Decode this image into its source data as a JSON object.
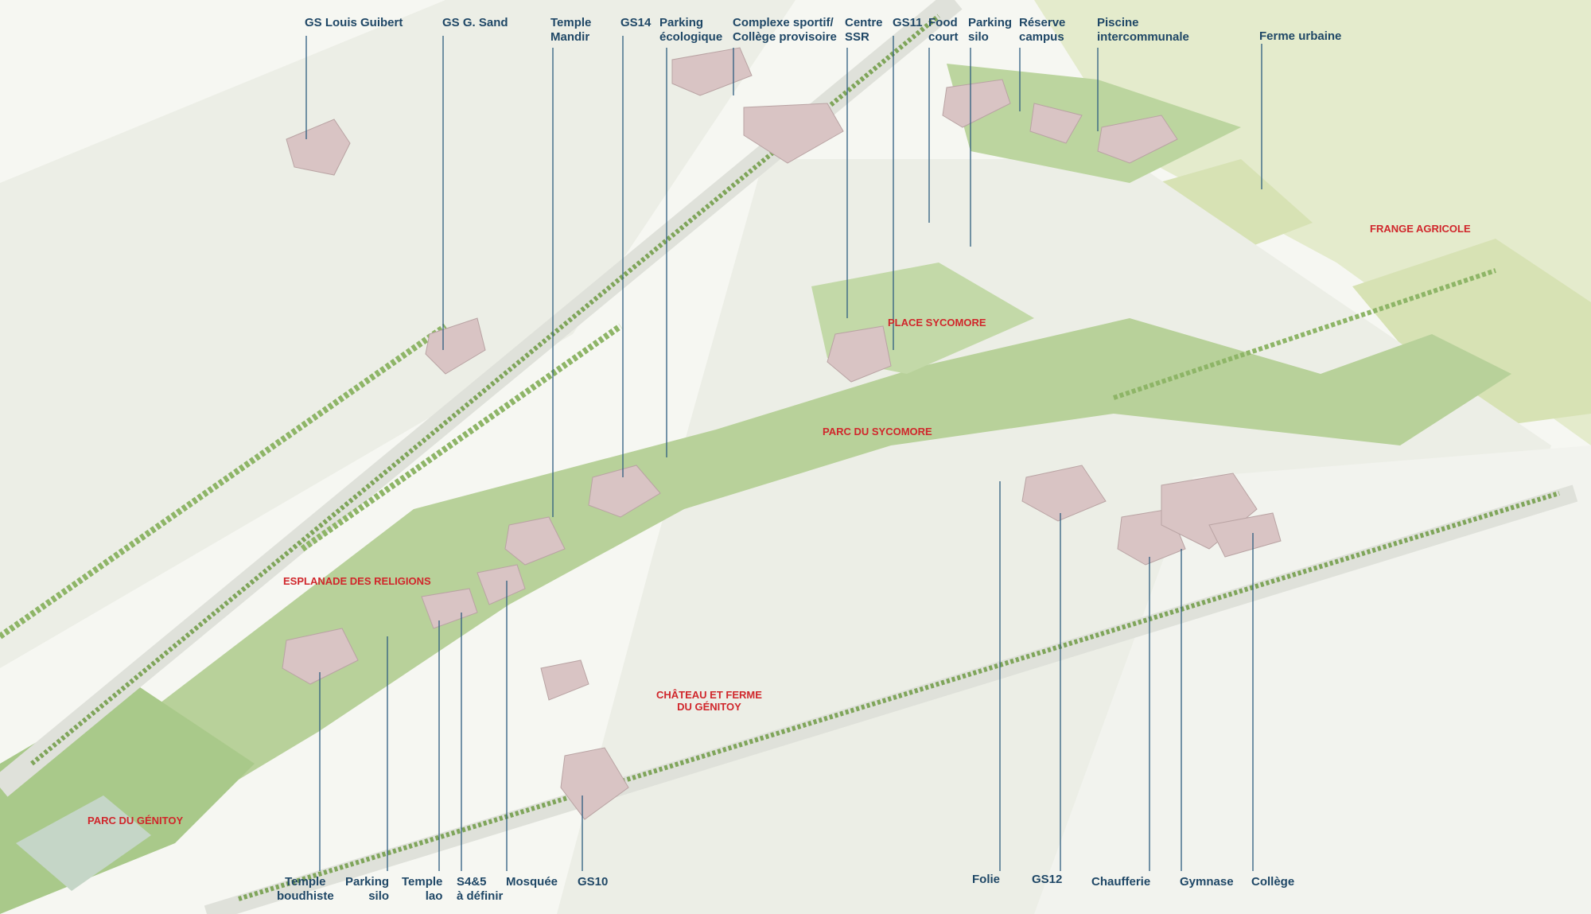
{
  "colors": {
    "background": "#f6f7f2",
    "built_block": "#e3e5dc",
    "park": "#b8d19a",
    "tree": "#7fa55a",
    "agri": "#e4ebcc",
    "facility": "#d9c4c4",
    "leader": "#2d5d7f",
    "label": "#1f4766",
    "area_label": "#d0262b"
  },
  "labels_top": [
    {
      "id": "gs-louis-guibert",
      "line1": "GS Louis Guibert",
      "line2": ""
    },
    {
      "id": "gs-g-sand",
      "line1": "GS G. Sand",
      "line2": ""
    },
    {
      "id": "temple-mandir",
      "line1": "Temple",
      "line2": "Mandir"
    },
    {
      "id": "gs14",
      "line1": "GS14",
      "line2": ""
    },
    {
      "id": "parking-ecologique",
      "line1": "Parking",
      "line2": "écologique"
    },
    {
      "id": "complexe-sportif",
      "line1": "Complexe sportif/",
      "line2": "Collège provisoire"
    },
    {
      "id": "centre-ssr",
      "line1": "Centre",
      "line2": "SSR"
    },
    {
      "id": "gs11",
      "line1": "GS11",
      "line2": ""
    },
    {
      "id": "food-court",
      "line1": "Food",
      "line2": "court"
    },
    {
      "id": "parking-silo-top",
      "line1": "Parking",
      "line2": "silo"
    },
    {
      "id": "reserve-campus",
      "line1": "Réserve",
      "line2": "campus"
    },
    {
      "id": "piscine",
      "line1": "Piscine",
      "line2": "intercommunale"
    },
    {
      "id": "ferme-urbaine",
      "line1": "Ferme urbaine",
      "line2": ""
    }
  ],
  "labels_bottom": [
    {
      "id": "temple-boudhiste",
      "line1": "Temple",
      "line2": "boudhiste"
    },
    {
      "id": "parking-silo-bottom",
      "line1": "Parking",
      "line2": "silo"
    },
    {
      "id": "temple-lao",
      "line1": "Temple",
      "line2": "lao"
    },
    {
      "id": "s4-s5",
      "line1": "S4&5",
      "line2": "à définir"
    },
    {
      "id": "mosquee",
      "line1": "Mosquée",
      "line2": ""
    },
    {
      "id": "gs10",
      "line1": "GS10",
      "line2": ""
    },
    {
      "id": "folie",
      "line1": "Folie",
      "line2": ""
    },
    {
      "id": "gs12",
      "line1": "GS12",
      "line2": ""
    },
    {
      "id": "chaufferie",
      "line1": "Chaufferie",
      "line2": ""
    },
    {
      "id": "gymnase",
      "line1": "Gymnase",
      "line2": ""
    },
    {
      "id": "college",
      "line1": "Collège",
      "line2": ""
    }
  ],
  "area_labels": [
    {
      "id": "frange-agricole",
      "line1": "FRANGE AGRICOLE",
      "line2": ""
    },
    {
      "id": "place-sycomore",
      "line1": "PLACE SYCOMORE",
      "line2": ""
    },
    {
      "id": "parc-du-sycomore",
      "line1": "PARC DU SYCOMORE",
      "line2": ""
    },
    {
      "id": "esplanade",
      "line1": "ESPLANADE DES RELIGIONS",
      "line2": ""
    },
    {
      "id": "chateau",
      "line1": "CHÂTEAU ET FERME",
      "line2": "DU GÉNITOY"
    },
    {
      "id": "parc-du-genitoy",
      "line1": "PARC DU GÉNITOY",
      "line2": ""
    }
  ]
}
